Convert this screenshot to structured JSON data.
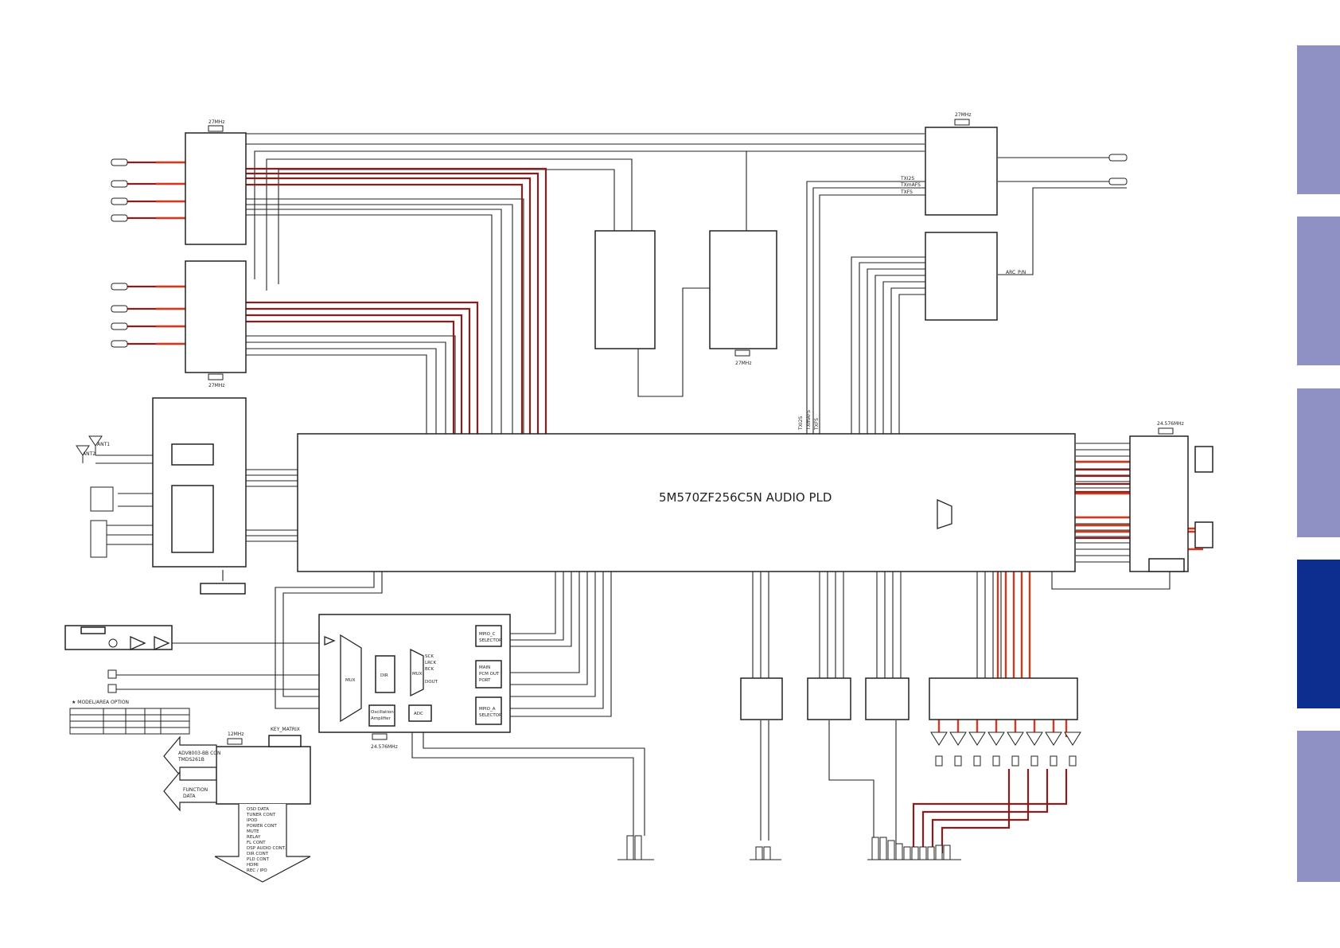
{
  "blocks": {
    "audio_pld": "5M570ZF256C5N AUDIO PLD"
  },
  "crystals": {
    "hdmi_rx1": "27MHz",
    "hdmi_rx2": "27MHz",
    "hdmi_tx": "27MHz",
    "video": "27MHz",
    "dsp": "24.576MHz",
    "dir": "24.576MHz",
    "micom": "12MHz"
  },
  "signals": {
    "txi2s": "TXI2S",
    "txmfs": "TXmAFS",
    "txfs": "TXFS",
    "arc": "ARC_P/N",
    "v_txi2s": "TXI2S",
    "v_txmfs": "TXmAFS",
    "v_txfs": "TXFS",
    "ant1": "ANT1",
    "ant2": "ANT2",
    "key_matrix": "KEY_MATRIX",
    "sck": "SCK",
    "lrck": "LRCK",
    "bck": "BCK",
    "dout": "DOUT"
  },
  "sub_blocks": {
    "mux1": "MUX",
    "dir": "DIR",
    "mux2": "MUX",
    "osc_line1": "Oscillation",
    "osc_line2": "Amplifier",
    "adc": "ADC",
    "mpio_c1": "MPIO_C",
    "mpio_c2": "SELECTOR",
    "main1": "MAIN",
    "main2": "PCM OUT",
    "main3": "PORT",
    "mpio_a1": "MPIO_A",
    "mpio_a2": "SELECTOR"
  },
  "option_table": {
    "title": "★ MODEL/AREA OPTION"
  },
  "arrows": {
    "adv_line1": "ADV8003-BB CON",
    "adv_line2": "TMDS261B",
    "func_line1": "FUNCTION",
    "func_line2": "DATA"
  },
  "control_list": [
    "OSD DATA",
    "TUNER CONT",
    "IPOD",
    "POWER CONT",
    "MUTE",
    "RELAY",
    "FL CONT",
    "DSP AUDIO CONT.",
    "DIR CONT",
    "PLD CONT",
    "HDMI",
    "REC / IPO"
  ],
  "colors": {
    "line": "#222222",
    "highlight_bus": "#d23a1e",
    "dark_bus": "#8b1d1d",
    "tab": "#8f90c4",
    "tab_active": "#0e2e8f"
  }
}
